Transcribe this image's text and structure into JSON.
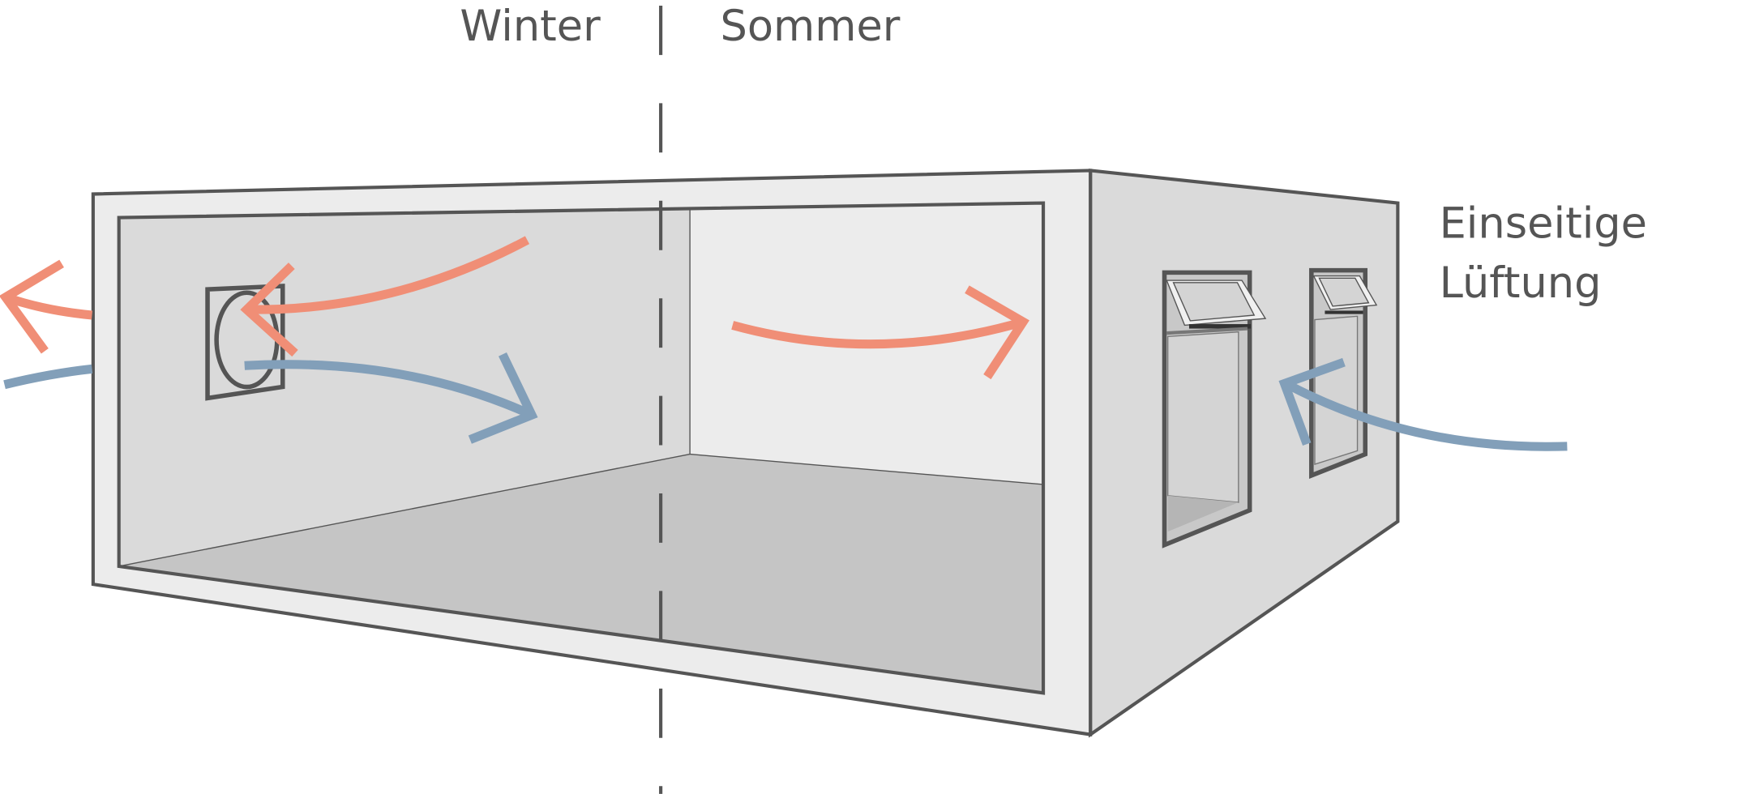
{
  "labels": {
    "winter": "Winter",
    "summer": "Sommer",
    "ventilation_line1": "Einseitige",
    "ventilation_line2": "Lüftung"
  },
  "colors": {
    "warm_air": "#f08e76",
    "cold_air": "#829fb9",
    "outline": "#555555",
    "wall_light": "#ececec",
    "wall_mid": "#dadada",
    "floor": "#c5c5c5"
  }
}
